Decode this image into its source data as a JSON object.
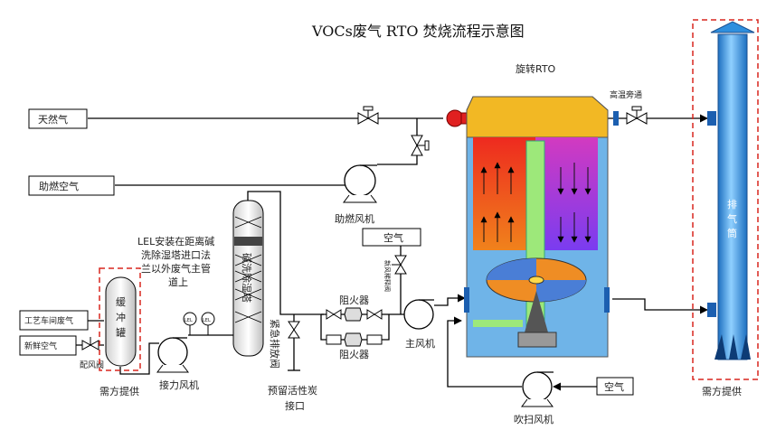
{
  "title": "VOCs废气 RTO 焚烧流程示意图",
  "inputs": {
    "natural_gas": "天然气",
    "combustion_air": "助燃空气",
    "workshop_gas": "工艺车间废气",
    "fresh_air": "新鲜空气"
  },
  "equipment": {
    "combustion_fan": "助燃风机",
    "buffer_tank": "缓冲罐",
    "booster_fan": "接力风机",
    "scrubber": "碱洗除湿塔",
    "emergency_valve": "紧急排放阀",
    "carbon_port_line1": "预留活性炭",
    "carbon_port_line2": "接口",
    "flame_arrester_1": "阻火器",
    "flame_arrester_2": "阻火器",
    "main_fan": "主风机",
    "purge_fan": "吹扫风机",
    "rto": "旋转RTO",
    "hot_bypass": "高温旁通",
    "stack": "排气筒",
    "dilution_valve": "新风稀释阀",
    "air_1": "空气",
    "air_2": "空气",
    "lel_1": "LEL",
    "lel_2": "LEL",
    "mix_valve": "配风阀"
  },
  "notes": {
    "lel_note_1": "LEL安装在距离碱",
    "lel_note_2": "洗除湿塔进口法",
    "lel_note_3": "兰以外废气主管",
    "lel_note_4": "道上"
  },
  "scope": {
    "left": "需方提供",
    "right": "需方提供"
  },
  "colors": {
    "rto_top": "#f2b824",
    "rto_hot_left": "#ee3b22",
    "rto_hot_right": "#c83ad0",
    "rto_bottom": "#6fb4e8",
    "stack": "#2f8fde",
    "core": "#9de87a",
    "scope_box": "#d9271f"
  }
}
